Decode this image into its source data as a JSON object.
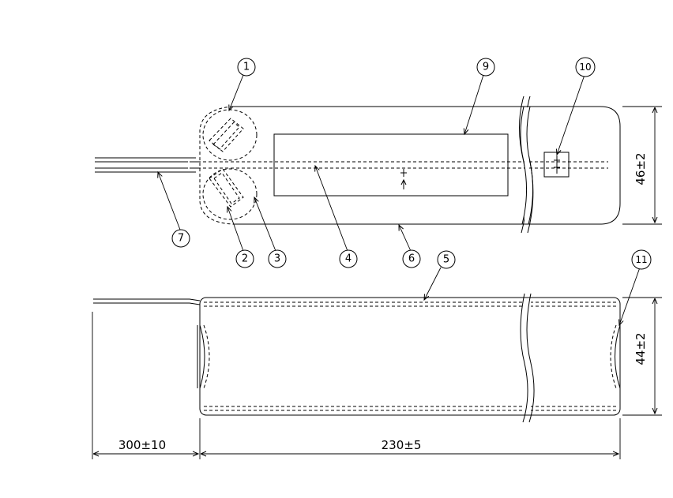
{
  "callouts": {
    "c1": "1",
    "c2": "2",
    "c3": "3",
    "c4": "4",
    "c5": "5",
    "c6": "6",
    "c7": "7",
    "c8": "9",
    "c9": "10",
    "c10": "11"
  },
  "dimensions": {
    "top_height": "46±2",
    "bottom_height": "44±2",
    "lead_length": "300±10",
    "body_length": "230±5"
  },
  "colors": {
    "line": "#000000",
    "background": "#ffffff"
  }
}
